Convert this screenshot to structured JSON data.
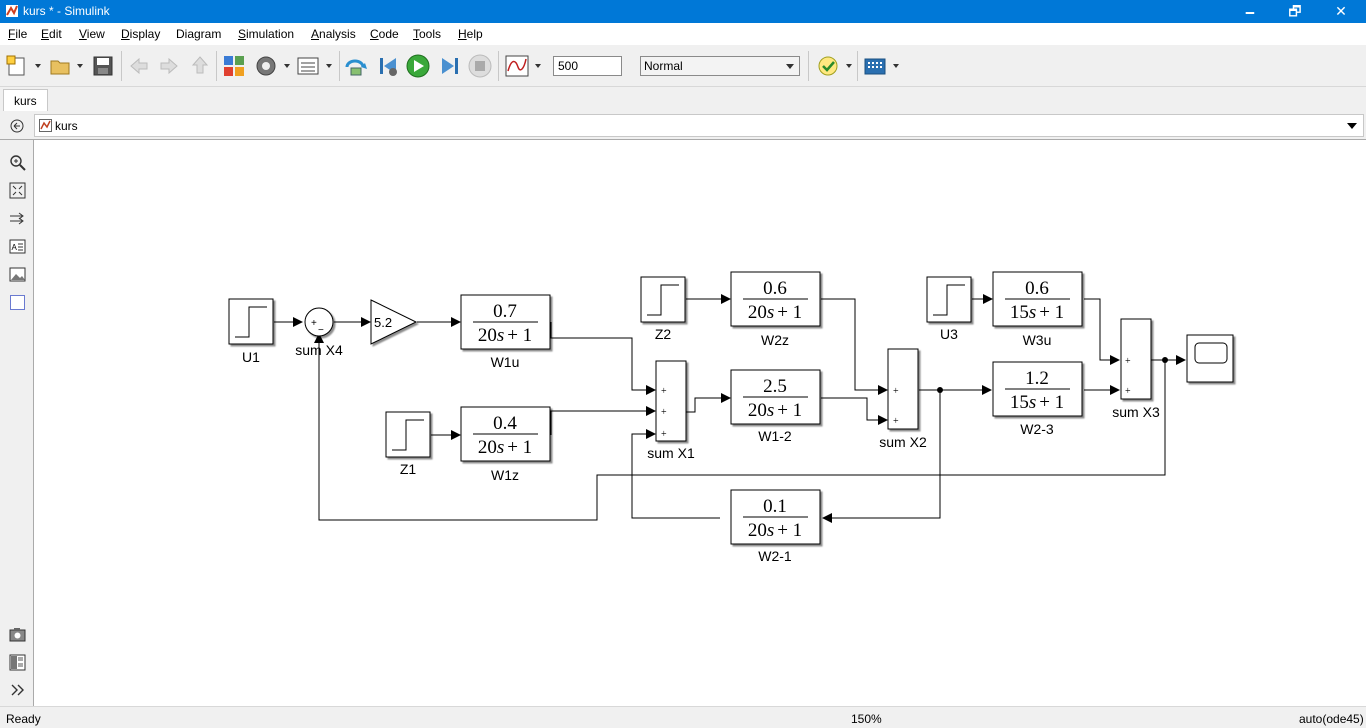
{
  "window": {
    "title": "kurs * - Simulink",
    "minimize": "🗕",
    "restore": "🗗",
    "close": "✕"
  },
  "menu": [
    {
      "label": "File",
      "u": "F",
      "rest": "ile"
    },
    {
      "label": "Edit",
      "u": "E",
      "rest": "dit"
    },
    {
      "label": "View",
      "u": "V",
      "rest": "iew"
    },
    {
      "label": "Display",
      "u": "D",
      "rest": "isplay"
    },
    {
      "label": "Diagram",
      "u": "",
      "rest": "Diagram"
    },
    {
      "label": "Simulation",
      "u": "S",
      "rest": "imulation"
    },
    {
      "label": "Analysis",
      "u": "A",
      "rest": "nalysis"
    },
    {
      "label": "Code",
      "u": "C",
      "rest": "ode"
    },
    {
      "label": "Tools",
      "u": "T",
      "rest": "ools"
    },
    {
      "label": "Help",
      "u": "H",
      "rest": "elp"
    }
  ],
  "toolbar": {
    "stop_time": "500",
    "sim_mode": "Normal"
  },
  "tabs": [
    {
      "label": "kurs"
    }
  ],
  "address": {
    "path": "kurs"
  },
  "blocks": {
    "U1": "U1",
    "Z1": "Z1",
    "Z2": "Z2",
    "U3": "U3",
    "gain": "5.2",
    "sumX4": "sum X4",
    "sumX1": "sum X1",
    "sumX2": "sum X2",
    "sumX3": "sum X3",
    "W1u": {
      "label": "W1u",
      "num": "0.7",
      "den_a": "20",
      "den_b": "+ 1"
    },
    "W1z": {
      "label": "W1z",
      "num": "0.4",
      "den_a": "20",
      "den_b": "+ 1"
    },
    "W2z": {
      "label": "W2z",
      "num": "0.6",
      "den_a": "20",
      "den_b": "+ 1"
    },
    "W12": {
      "label": "W1-2",
      "num": "2.5",
      "den_a": "20",
      "den_b": "+ 1"
    },
    "W3u": {
      "label": "W3u",
      "num": "0.6",
      "den_a": "15",
      "den_b": "+ 1"
    },
    "W23": {
      "label": "W2-3",
      "num": "1.2",
      "den_a": "15",
      "den_b": "+ 1"
    },
    "W21": {
      "label": "W2-1",
      "num": "0.1",
      "den_a": "20",
      "den_b": "+ 1"
    },
    "s_var": "s",
    "plus": "+",
    "minus": "−"
  },
  "status": {
    "left": "Ready",
    "zoom": "150%",
    "solver": "auto(ode45)"
  }
}
